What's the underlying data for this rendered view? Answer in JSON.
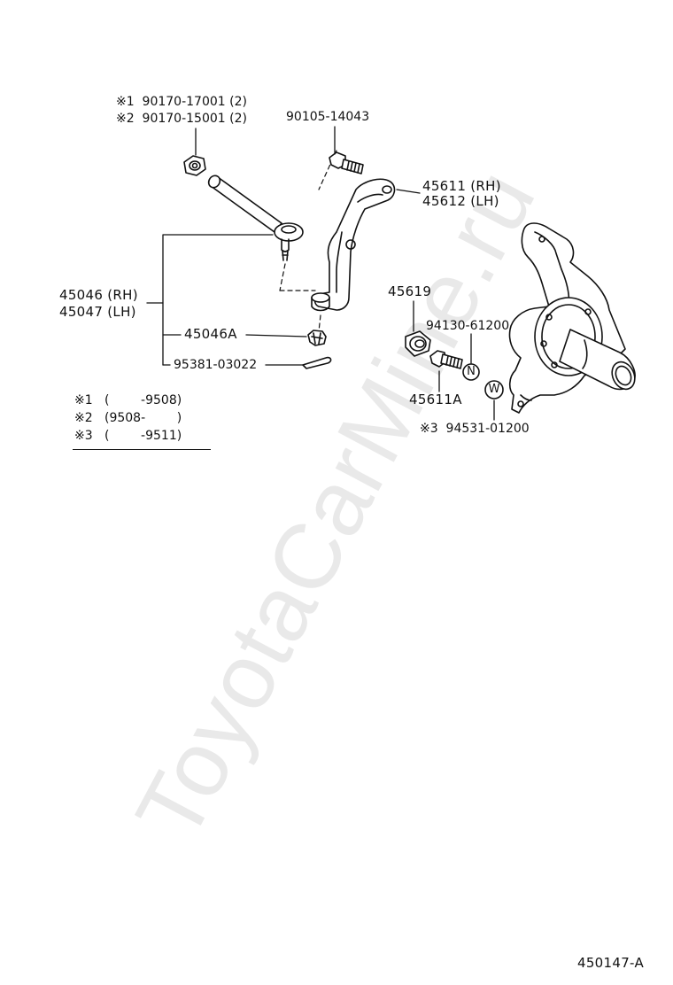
{
  "watermark": "ToyotaCarMine.ru",
  "diagram_id": "450147-A",
  "labels": {
    "bolt_set_1": "※1  90170-17001 (2)",
    "bolt_set_2": "※2  90170-15001 (2)",
    "bolt_top": "90105-14043",
    "knuckle_arm_rh": "45611 (RH)",
    "knuckle_arm_lh": "45612 (LH)",
    "tie_rod_end_rh": "45046 (RH)",
    "tie_rod_end_lh": "45047 (LH)",
    "castle_nut": "45046A",
    "cotter_pin": "95381-03022",
    "bushing": "45619",
    "part_n": "94130-61200",
    "bolt_a": "45611A",
    "part_w": "※3  94531-01200",
    "marker_n": "N",
    "marker_w": "W"
  },
  "legend": {
    "row1": "※1   (        -9508)",
    "row2": "※2   (9508-        )",
    "row3": "※3   (        -9511)"
  }
}
